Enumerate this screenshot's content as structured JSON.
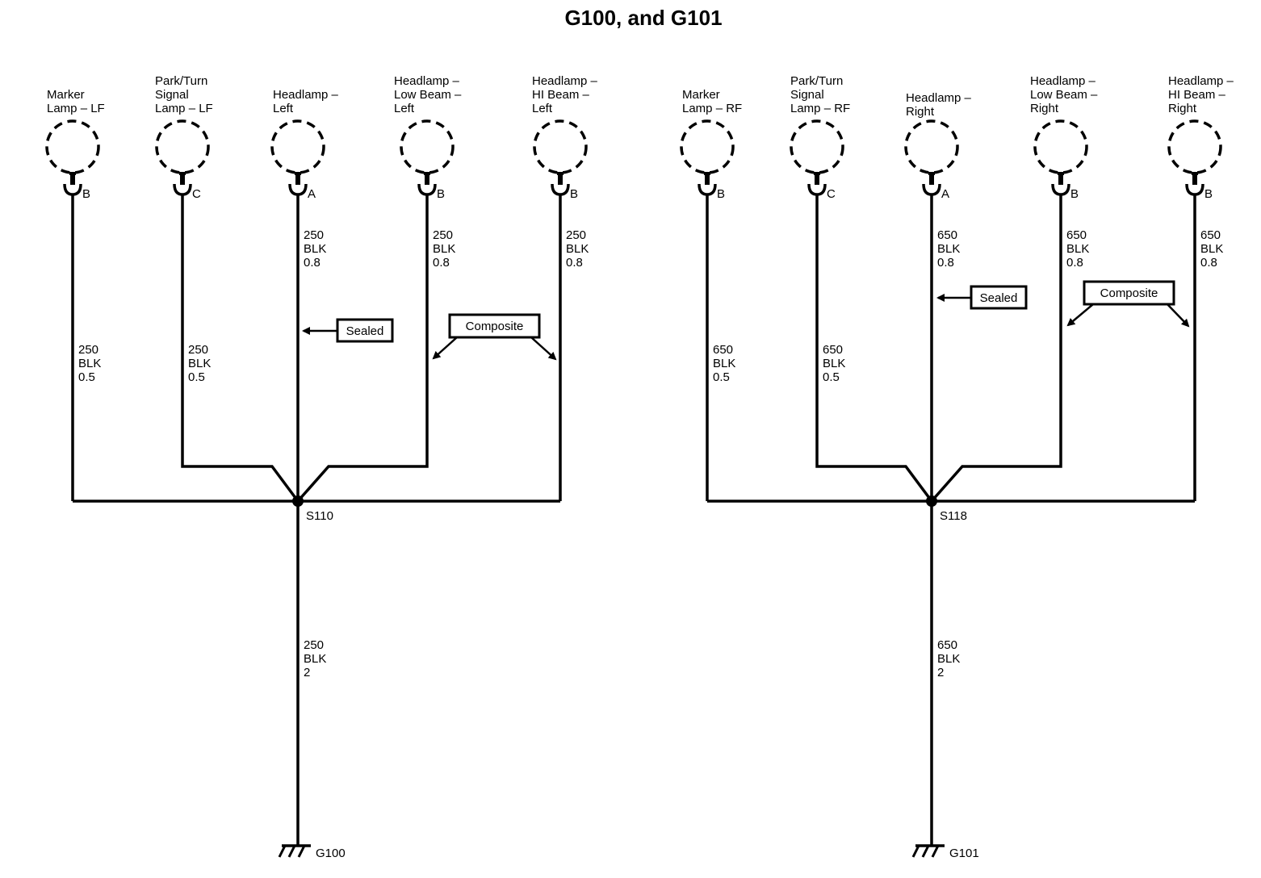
{
  "title": "G100, and G101",
  "left": {
    "splice": "S110",
    "ground": "G100",
    "ground_wire": [
      "250",
      "BLK",
      "2"
    ],
    "components": [
      {
        "name": [
          "Marker",
          "Lamp – LF"
        ],
        "pin": "B",
        "wire": [
          "250",
          "BLK",
          "0.5"
        ]
      },
      {
        "name": [
          "Park/Turn",
          "Signal",
          "Lamp – LF"
        ],
        "pin": "C",
        "wire": [
          "250",
          "BLK",
          "0.5"
        ]
      },
      {
        "name": [
          "Headlamp –",
          "Left"
        ],
        "pin": "A",
        "wire": [
          "250",
          "BLK",
          "0.8"
        ]
      },
      {
        "name": [
          "Headlamp –",
          "Low Beam –",
          "Left"
        ],
        "pin": "B",
        "wire": [
          "250",
          "BLK",
          "0.8"
        ]
      },
      {
        "name": [
          "Headlamp –",
          "HI Beam –",
          "Left"
        ],
        "pin": "B",
        "wire": [
          "250",
          "BLK",
          "0.8"
        ]
      }
    ],
    "notes": {
      "sealed": "Sealed",
      "composite": "Composite"
    }
  },
  "right": {
    "splice": "S118",
    "ground": "G101",
    "ground_wire": [
      "650",
      "BLK",
      "2"
    ],
    "components": [
      {
        "name": [
          "Marker",
          "Lamp – RF"
        ],
        "pin": "B",
        "wire": [
          "650",
          "BLK",
          "0.5"
        ]
      },
      {
        "name": [
          "Park/Turn",
          "Signal",
          "Lamp – RF"
        ],
        "pin": "C",
        "wire": [
          "650",
          "BLK",
          "0.5"
        ]
      },
      {
        "name": [
          "Headlamp –",
          "Right"
        ],
        "pin": "A",
        "wire": [
          "650",
          "BLK",
          "0.8"
        ]
      },
      {
        "name": [
          "Headlamp –",
          "Low Beam –",
          "Right"
        ],
        "pin": "B",
        "wire": [
          "650",
          "BLK",
          "0.8"
        ]
      },
      {
        "name": [
          "Headlamp –",
          "HI Beam –",
          "Right"
        ],
        "pin": "B",
        "wire": [
          "650",
          "BLK",
          "0.8"
        ]
      }
    ],
    "notes": {
      "sealed": "Sealed",
      "composite": "Composite"
    }
  }
}
